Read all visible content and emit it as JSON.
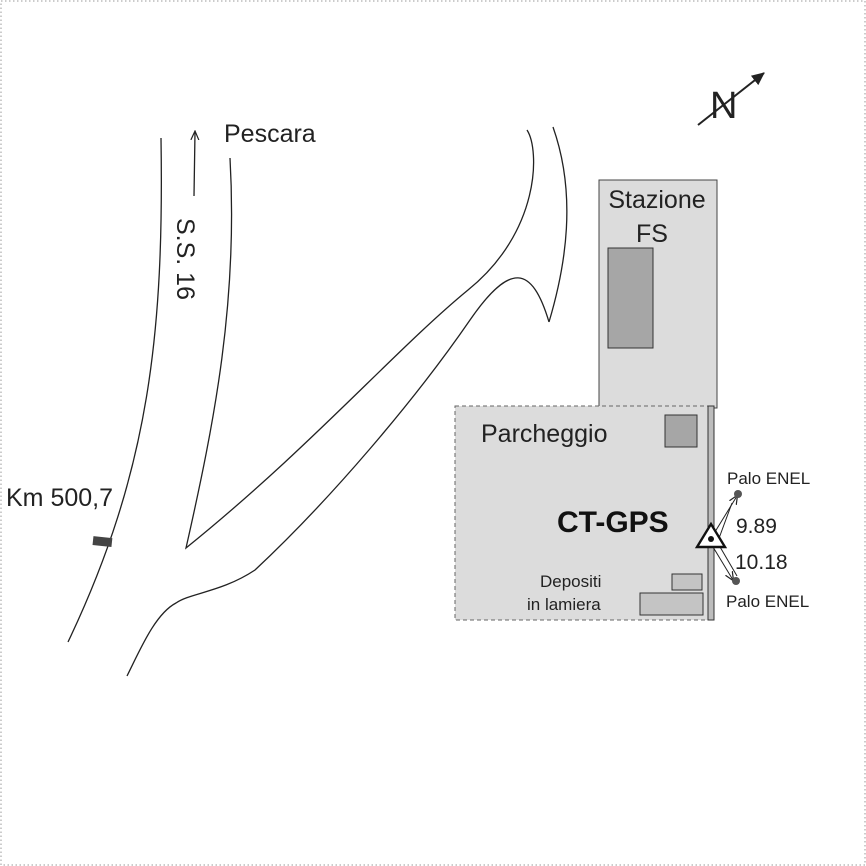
{
  "labels": {
    "pescara": "Pescara",
    "road": "S.S. 16",
    "km": "Km 500,7",
    "station_line1": "Stazione",
    "station_line2": "FS",
    "parking": "Parcheggio",
    "site": "CT-GPS",
    "pole_top": "Palo ENEL",
    "pole_bottom": "Palo ENEL",
    "dist_top": "9.89",
    "dist_bottom": "10.18",
    "deposits_line1": "Depositi",
    "deposits_line2": "in lamiera",
    "north": "N"
  },
  "colors": {
    "area_fill": "#dcdcdc",
    "building_fill": "#a6a6a6",
    "line": "#222222",
    "dot": "#555555"
  },
  "icons": [
    "north-arrow-icon",
    "gps-triangle-icon",
    "km-marker-icon",
    "pole-dot-icon"
  ]
}
